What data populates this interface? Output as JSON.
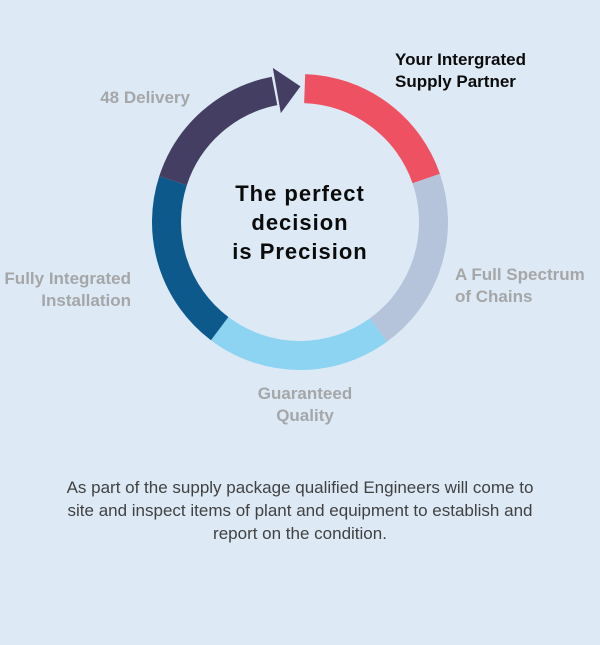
{
  "colors": {
    "background": "#ddeaf6",
    "navy": "#443f62",
    "red": "#ee5162",
    "steel_blue": "#b5c4da",
    "sky_blue": "#8dd3f2",
    "dark_blue": "#0d598c",
    "gray_label": "#a5a6a8",
    "heading_text": "#0b0b0b",
    "body_text": "#414141"
  },
  "diagram": {
    "type": "cycle-ring",
    "center_text": "The perfect\ndecision\nis Precision",
    "labels": {
      "supply_partner": "Your Intergrated\nSupply Partner",
      "delivery": "48 Delivery",
      "installation": "Fully Integrated\nInstallation",
      "chains": "A Full Spectrum\nof Chains",
      "quality": "Guaranteed\nQuality"
    },
    "segments": [
      {
        "name": "supply-partner",
        "color": "#ee5162",
        "start": 2,
        "end": 71
      },
      {
        "name": "full-spectrum-of-chains",
        "color": "#b5c4da",
        "start": 71,
        "end": 144
      },
      {
        "name": "guaranteed-quality",
        "color": "#8dd3f2",
        "start": 144,
        "end": 217
      },
      {
        "name": "fully-integrated-installation",
        "color": "#0d598c",
        "start": 217,
        "end": 288
      },
      {
        "name": "48-delivery-arrow",
        "color": "#443f62",
        "start": 288,
        "end": 349
      }
    ],
    "arrow": {
      "angle": 350,
      "length": 24,
      "half_width": 23,
      "color": "#443f62"
    }
  },
  "paragraph": "As part of the supply package qualified Engineers will come to\nsite and inspect items of plant and equipment to establish and\nreport on the condition."
}
